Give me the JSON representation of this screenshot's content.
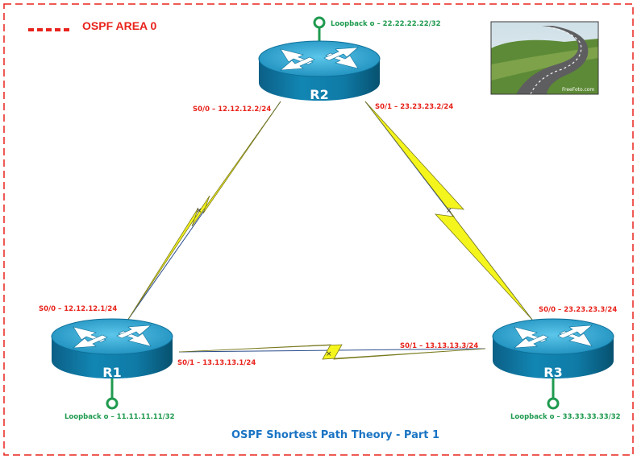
{
  "legend": {
    "label": "OSPF AREA 0"
  },
  "title": "OSPF Shortest Path Theory - Part 1",
  "photo": {
    "watermark": "FreeFoto.com"
  },
  "routers": [
    {
      "id": "r1",
      "name": "R1",
      "loopback": "Loopback o – 11.11.11.11/32"
    },
    {
      "id": "r2",
      "name": "R2",
      "loopback": "Loopback o – 22.22.22.22/32"
    },
    {
      "id": "r3",
      "name": "R3",
      "loopback": "Loopback o – 33.33.33.33/32"
    }
  ],
  "interfaces": {
    "r2_s00": "S0/0 – 12.12.12.2/24",
    "r2_s01": "S0/1 – 23.23.23.2/24",
    "r1_s00": "S0/0 – 12.12.12.1/24",
    "r1_s01": "S0/1 – 13.13.13.1/24",
    "r3_s00": "S0/0 – 23.23.23.3/24",
    "r3_s01": "S0/1 – 13.13.13.3/24"
  },
  "colors": {
    "area_border": "#e8231c",
    "interface_text": "#e8231c",
    "loopback": "#1f9a4f",
    "title": "#1a74c4",
    "serial_bolt": "#f5f51e",
    "router_top": "#2e9bc4",
    "router_side": "#0a6f96"
  }
}
